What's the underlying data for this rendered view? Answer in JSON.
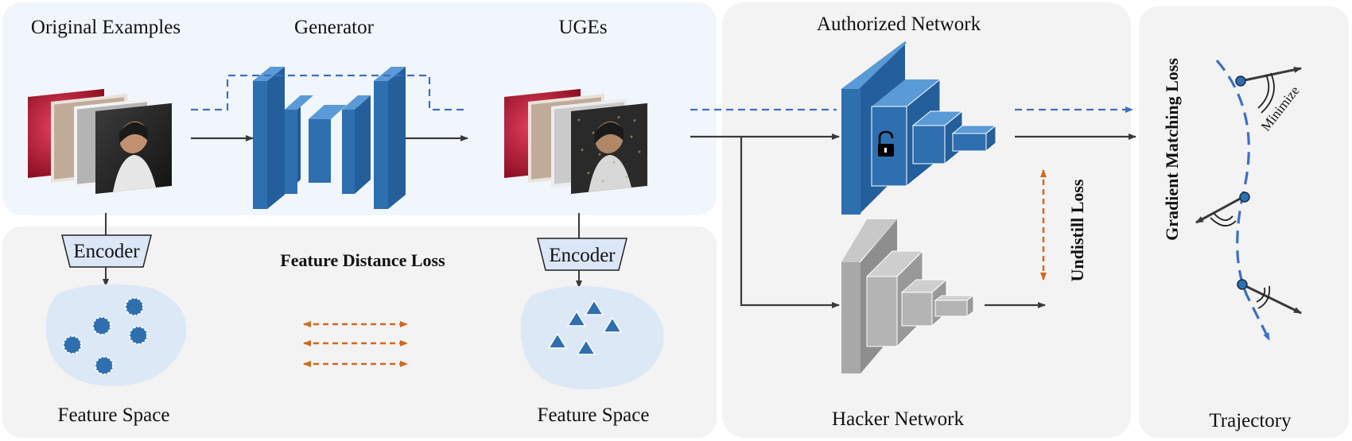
{
  "labels": {
    "original_examples": "Original Examples",
    "generator": "Generator",
    "uges": "UGEs",
    "authorized_network": "Authorized Network",
    "encoder": "Encoder",
    "feature_distance_loss": "Feature Distance Loss",
    "feature_space": "Feature Space",
    "hacker_network": "Hacker Network",
    "undistill_loss": "Undistill Loss",
    "gradient_matching_loss": "Gradient Matching Loss",
    "minimize": "Minimize",
    "trajectory": "Trajectory"
  },
  "colors": {
    "panel_blue": "#f1f6fd",
    "panel_gray": "#f3f3f3",
    "network_blue": "#2e6fb0",
    "network_gray": "#a8a8a8",
    "arrow_dark": "#3a3a3a",
    "dashed_blue": "#3d6fc2",
    "dashed_orange": "#d2691e",
    "feature_blob": "#dce8f5"
  },
  "icons": [
    "lock-icon"
  ]
}
